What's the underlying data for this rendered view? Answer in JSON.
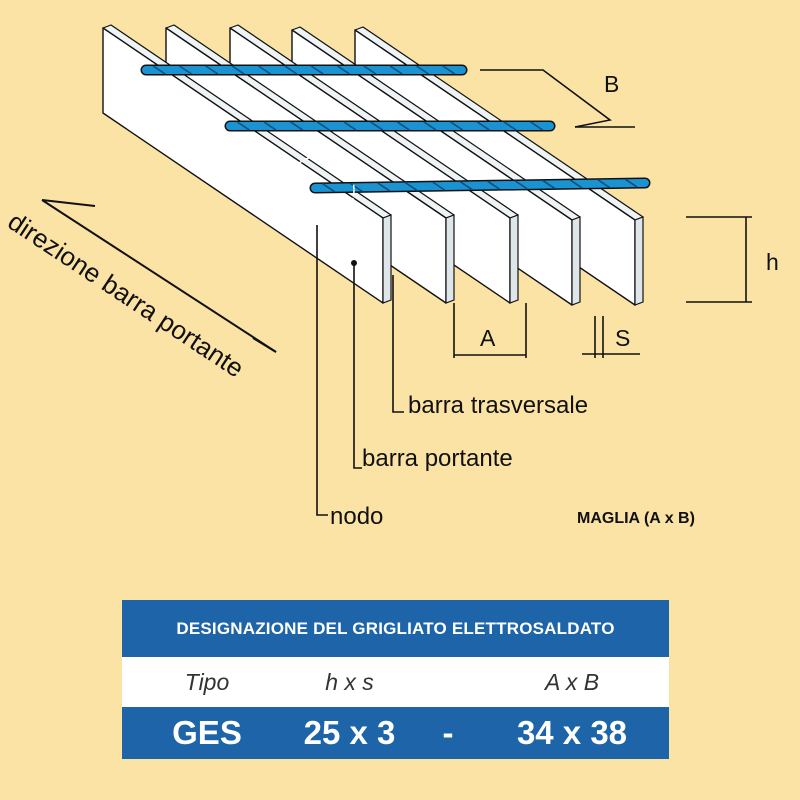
{
  "diagram": {
    "labels": {
      "B": "B",
      "h": "h",
      "A": "A",
      "S": "S",
      "direction": "direzione barra portante",
      "crossbar": "barra trasversale",
      "bearing_bar": "barra portante",
      "node": "nodo",
      "mesh": "MAGLIA (A x B)"
    },
    "colors": {
      "background": "#fbe3a6",
      "bar_fill": "#ffffff",
      "twisted_rod": "#1a93d2",
      "outline": "#111111"
    }
  },
  "table": {
    "title": "DESIGNAZIONE DEL GRIGLIATO ELETTROSALDATO",
    "header": {
      "type": "Tipo",
      "hxs": "h x s",
      "sep": "",
      "axb": "A x B"
    },
    "values": {
      "type": "GES",
      "hxs": "25 x 3",
      "sep": "-",
      "axb": "34 x 38"
    },
    "colors": {
      "band": "#1d64a8",
      "band_text": "#ffffff",
      "row": "#ffffff"
    }
  }
}
